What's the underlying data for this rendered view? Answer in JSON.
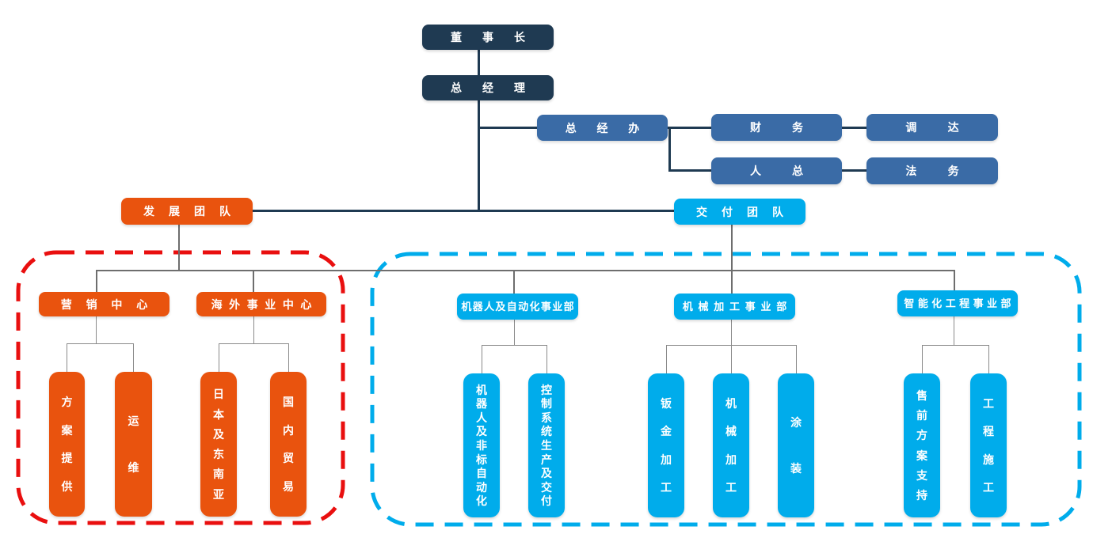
{
  "palette": {
    "navy": "#1f3a52",
    "medium_blue": "#3a6ba6",
    "orange": "#e9530e",
    "cyan": "#00aceb",
    "red_dashed_frame": "#e90f0f",
    "blue_dashed_frame": "#00aceb",
    "connector_gray": "#6e6e6e",
    "text": "#ffffff"
  },
  "executive": {
    "chairman": "董事长",
    "general_manager": "总经理"
  },
  "admin": {
    "gm_office": "总经办",
    "finance": "财务",
    "procurement": "调达",
    "hr": "人总",
    "legal": "法务"
  },
  "teams": {
    "development": "发展团队",
    "delivery": "交付团队"
  },
  "development_group": {
    "marketing_center": {
      "label": "营销中心",
      "children": [
        "方案提供",
        "运维"
      ]
    },
    "overseas_center": {
      "label": "海外事业中心",
      "children": [
        "日本及东南亚",
        "国内贸易"
      ]
    }
  },
  "delivery_group": {
    "robot_automation_division": {
      "label": "机器人及自动化事业部",
      "children": [
        "机器人及非标自动化",
        "控制系统生产及交付"
      ]
    },
    "machining_division": {
      "label": "机械加工事业部",
      "children": [
        "钣金加工",
        "机械加工",
        "涂装"
      ]
    },
    "intelligent_engineering_division": {
      "label": "智能化工程事业部",
      "children": [
        "售前方案支持",
        "工程施工"
      ]
    }
  }
}
